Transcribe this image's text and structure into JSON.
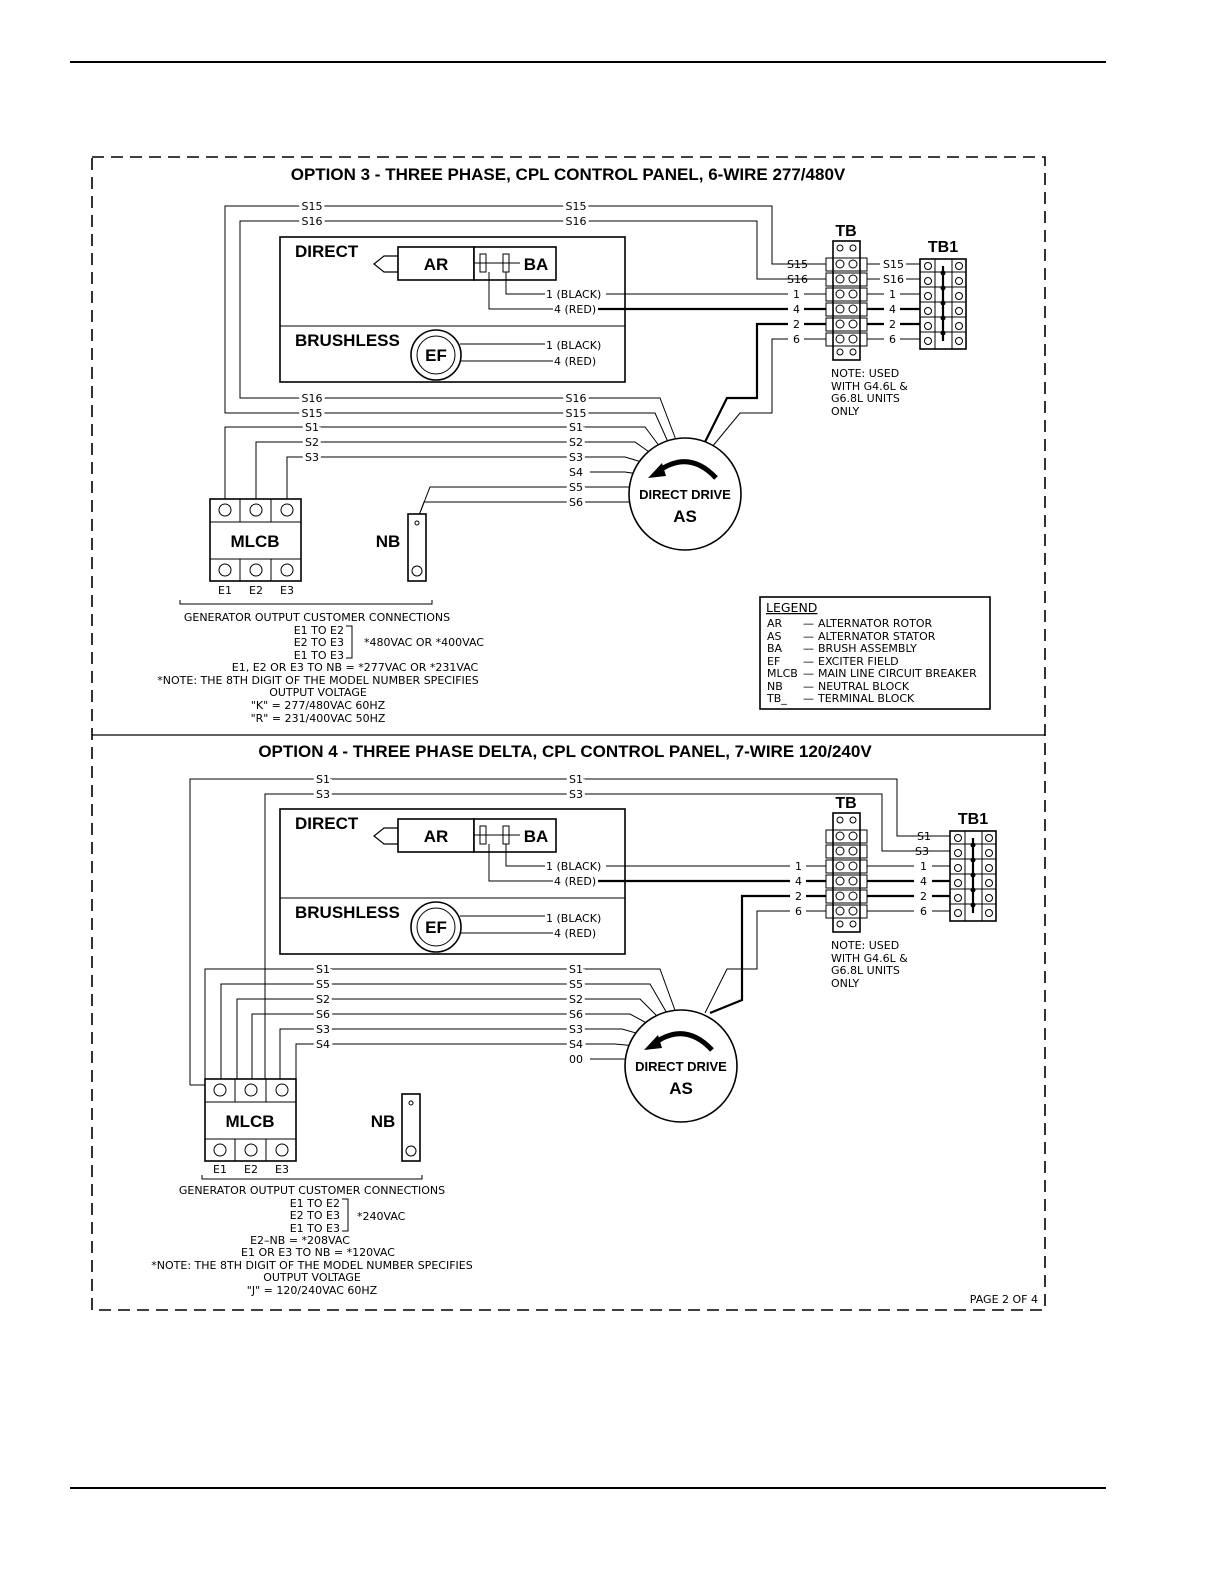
{
  "option3": {
    "title": "OPTION 3 - THREE PHASE, CPL CONTROL PANEL, 6-WIRE 277/480V",
    "direct_label": "DIRECT",
    "brushless_label": "BRUSHLESS",
    "ar": "AR",
    "ba": "BA",
    "ef": "EF",
    "black_lead": "1 (BLACK)",
    "red_lead": "4 (RED)",
    "black_lead_ef": "1 (BLACK)",
    "red_lead_ef": "4 (RED)",
    "tb_label": "TB",
    "tb1_label": "TB1",
    "tb_left": [
      "S15",
      "S16",
      "1",
      "4",
      "2",
      "6"
    ],
    "tb_right": [
      "S15",
      "S16",
      "1",
      "4",
      "2",
      "6"
    ],
    "note": [
      "NOTE:  USED",
      "WITH  G4.6L  &",
      "G6.8L  UNITS",
      "ONLY"
    ],
    "top_wires": [
      "S15",
      "S16"
    ],
    "top_wires_right": [
      "S15",
      "S16"
    ],
    "stator_wires_left": [
      "S16",
      "S15",
      "S1",
      "S2",
      "S3"
    ],
    "stator_wires_right": [
      "S16",
      "S15",
      "S1",
      "S2",
      "S3",
      "S4",
      "S5",
      "S6"
    ],
    "drive_label": "DIRECT DRIVE",
    "as_label": "AS",
    "mlcb": "MLCB",
    "nb": "NB",
    "terminals": [
      "E1",
      "E2",
      "E3"
    ],
    "connections": [
      "GENERATOR  OUTPUT  CUSTOMER  CONNECTIONS",
      "E1  TO  E2",
      "E2  TO  E3",
      "E1  TO  E3",
      "*480VAC  OR  *400VAC",
      "E1,  E2  OR  E3  TO  NB  =  *277VAC  OR  *231VAC",
      "*NOTE:  THE  8TH  DIGIT  OF  THE  MODEL  NUMBER  SPECIFIES",
      "OUTPUT  VOLTAGE",
      "\"K\"  =  277/480VAC  60HZ",
      "\"R\"  =  231/400VAC  50HZ"
    ],
    "legend_title": "LEGEND",
    "legend": [
      {
        "code": "AR",
        "desc": "ALTERNATOR  ROTOR"
      },
      {
        "code": "AS",
        "desc": "ALTERNATOR  STATOR"
      },
      {
        "code": "BA",
        "desc": "BRUSH  ASSEMBLY"
      },
      {
        "code": "EF",
        "desc": "EXCITER  FIELD"
      },
      {
        "code": "MLCB",
        "desc": "MAIN  LINE  CIRCUIT  BREAKER"
      },
      {
        "code": "NB",
        "desc": "NEUTRAL  BLOCK"
      },
      {
        "code": "TB_",
        "desc": "TERMINAL  BLOCK"
      }
    ],
    "legend_dash": "—"
  },
  "option4": {
    "title": "OPTION 4 - THREE PHASE DELTA, CPL CONTROL PANEL, 7-WIRE 120/240V",
    "direct_label": "DIRECT",
    "brushless_label": "BRUSHLESS",
    "ar": "AR",
    "ba": "BA",
    "ef": "EF",
    "black_lead": "1 (BLACK)",
    "red_lead": "4 (RED)",
    "black_lead_ef": "1 (BLACK)",
    "red_lead_ef": "4 (RED)",
    "tb_label": "TB",
    "tb1_label": "TB1",
    "tb_left": [
      "1",
      "4",
      "2",
      "6"
    ],
    "tb_right": [
      "S1",
      "S3",
      "1",
      "4",
      "2",
      "6"
    ],
    "note": [
      "NOTE:  USED",
      "WITH  G4.6L  &",
      "G6.8L  UNITS",
      "ONLY"
    ],
    "top_wires": [
      "S1",
      "S3"
    ],
    "top_wires_right": [
      "S1",
      "S3"
    ],
    "stator_wires_left": [
      "S1",
      "S5",
      "S2",
      "S6",
      "S3",
      "S4"
    ],
    "stator_wires_right": [
      "S1",
      "S5",
      "S2",
      "S6",
      "S3",
      "S4",
      "00"
    ],
    "drive_label": "DIRECT DRIVE",
    "as_label": "AS",
    "mlcb": "MLCB",
    "nb": "NB",
    "terminals": [
      "E1",
      "E2",
      "E3"
    ],
    "connections": [
      "GENERATOR  OUTPUT  CUSTOMER  CONNECTIONS",
      "E1  TO  E2",
      "E2  TO  E3",
      "E1  TO  E3",
      "*240VAC",
      "E2–NB  =  *208VAC",
      "E1  OR  E3  TO  NB  =  *120VAC",
      "*NOTE:  THE  8TH  DIGIT  OF  THE  MODEL  NUMBER  SPECIFIES",
      "OUTPUT  VOLTAGE",
      "\"J\"  =  120/240VAC  60HZ"
    ]
  },
  "page_label": "PAGE  2  OF  4"
}
